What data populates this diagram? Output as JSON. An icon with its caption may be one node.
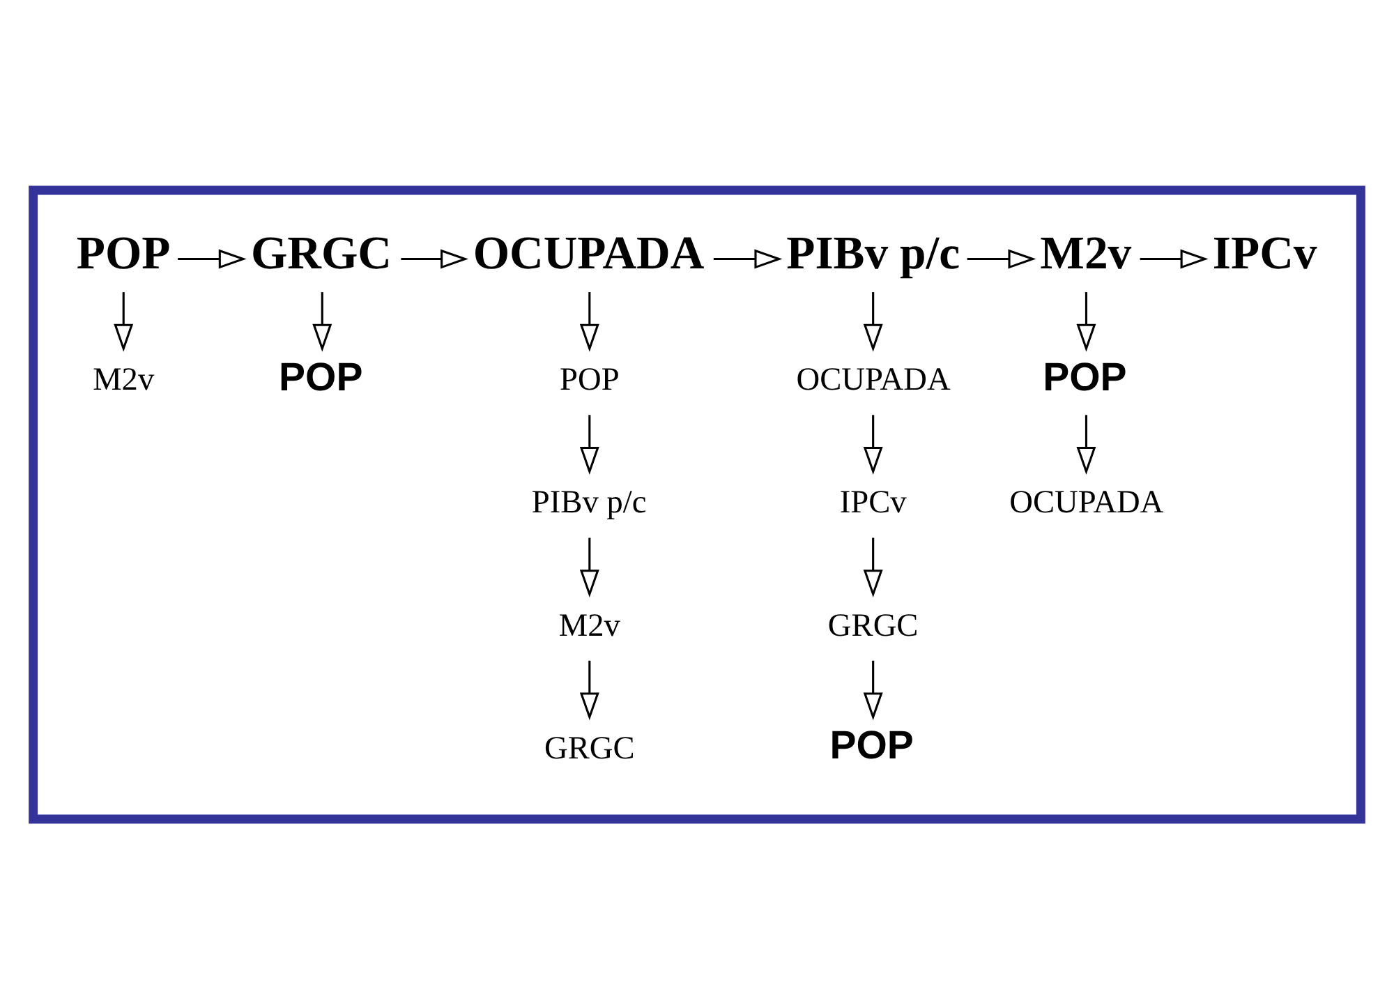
{
  "diagram": {
    "nodes": [
      {
        "text": [],
        "shape": "box"
      },
      {
        "text": [
          "POP"
        ],
        "in": 0
      },
      {
        "text": [
          "GRGC"
        ],
        "in": 0
      },
      {
        "text": [
          "OCUPADA"
        ],
        "in": 0
      },
      {
        "text": [
          "PIBv p/c"
        ],
        "in": 0
      },
      {
        "text": [
          "M2v"
        ],
        "in": 0
      },
      {
        "text": [
          "IPCv"
        ],
        "in": 0
      },
      {
        "text": [
          "M2v"
        ],
        "in": 0
      },
      {
        "text": [
          "POP"
        ],
        "in": 0
      },
      {
        "text": [
          "POP"
        ],
        "in": 0
      },
      {
        "text": [
          "PIBv p/c"
        ],
        "in": 0
      },
      {
        "text": [
          "M2v"
        ],
        "in": 0
      },
      {
        "text": [
          "GRGC"
        ],
        "in": 0
      },
      {
        "text": [
          "OCUPADA"
        ],
        "in": 0
      },
      {
        "text": [
          "IPCv"
        ],
        "in": 0
      },
      {
        "text": [
          "GRGC"
        ],
        "in": 0
      },
      {
        "text": [
          "POP"
        ],
        "in": 0
      },
      {
        "text": [
          "POP"
        ],
        "in": 0
      },
      {
        "text": [
          "OCUPADA"
        ],
        "in": 0
      }
    ],
    "edges": [
      {
        "from": 1,
        "to": 2,
        "arrow": "to"
      },
      {
        "from": 2,
        "to": 3,
        "arrow": "to"
      },
      {
        "from": 3,
        "to": 4,
        "arrow": "to"
      },
      {
        "from": 4,
        "to": 5,
        "arrow": "to"
      },
      {
        "from": 5,
        "to": 6,
        "arrow": "to"
      },
      {
        "from": 1,
        "to": 7,
        "arrow": "to"
      },
      {
        "from": 2,
        "to": 8,
        "arrow": "to"
      },
      {
        "from": 3,
        "to": 9,
        "arrow": "to"
      },
      {
        "from": 9,
        "to": 10,
        "arrow": "to"
      },
      {
        "from": 10,
        "to": 11,
        "arrow": "to"
      },
      {
        "from": 11,
        "to": 12,
        "arrow": "to"
      },
      {
        "from": 4,
        "to": 13,
        "arrow": "to"
      },
      {
        "from": 13,
        "to": 14,
        "arrow": "to"
      },
      {
        "from": 14,
        "to": 15,
        "arrow": "to"
      },
      {
        "from": 15,
        "to": 16,
        "arrow": "to"
      },
      {
        "from": 5,
        "to": 17,
        "arrow": "to"
      },
      {
        "from": 17,
        "to": 18,
        "arrow": "to"
      }
    ]
  }
}
